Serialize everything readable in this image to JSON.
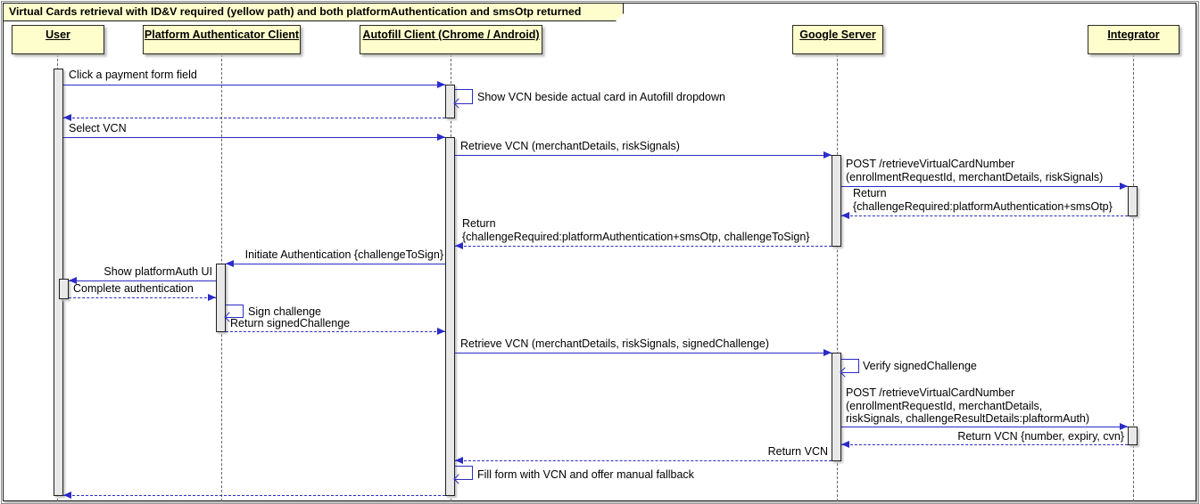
{
  "frame": {
    "title": "Virtual Cards retrieval with ID&V required (yellow path) and both platformAuthentication and smsOtp returned"
  },
  "colors": {
    "arrow": "#2b2bc8",
    "participant_fill": "#fefecd",
    "activation_fill": "#e8e8e8",
    "frame_border": "#1a1a1a",
    "lifeline": "#666666"
  },
  "participants": [
    {
      "name": "User"
    },
    {
      "name": "Platform Authenticator Client"
    },
    {
      "name": "Autofill Client (Chrome / Android)"
    },
    {
      "name": "Google Server"
    },
    {
      "name": "Integrator"
    }
  ],
  "messages": [
    {
      "text": "Click a payment form field",
      "from": "User",
      "to": "Autofill Client (Chrome / Android)",
      "style": "solid"
    },
    {
      "text": "Show VCN beside actual card in Autofill dropdown",
      "from": "Autofill Client (Chrome / Android)",
      "to": "Autofill Client (Chrome / Android)",
      "style": "self"
    },
    {
      "text": "",
      "from": "Autofill Client (Chrome / Android)",
      "to": "User",
      "style": "dashed"
    },
    {
      "text": "Select VCN",
      "from": "User",
      "to": "Autofill Client (Chrome / Android)",
      "style": "solid"
    },
    {
      "text": "Retrieve VCN (merchantDetails, riskSignals)",
      "from": "Autofill Client (Chrome / Android)",
      "to": "Google Server",
      "style": "solid"
    },
    {
      "text": "POST /retrieveVirtualCardNumber\n(enrollmentRequestId, merchantDetails, riskSignals)",
      "from": "Google Server",
      "to": "Integrator",
      "style": "solid"
    },
    {
      "text": "Return\n{challengeRequired:platformAuthentication+smsOtp}",
      "from": "Integrator",
      "to": "Google Server",
      "style": "dashed"
    },
    {
      "text": "Return\n{challengeRequired:platformAuthentication+smsOtp, challengeToSign}",
      "from": "Google Server",
      "to": "Autofill Client (Chrome / Android)",
      "style": "dashed"
    },
    {
      "text": "Initiate Authentication {challengeToSign}",
      "from": "Autofill Client (Chrome / Android)",
      "to": "Platform Authenticator Client",
      "style": "solid"
    },
    {
      "text": "Show platformAuth UI",
      "from": "Platform Authenticator Client",
      "to": "User",
      "style": "solid"
    },
    {
      "text": "Complete authentication",
      "from": "User",
      "to": "Platform Authenticator Client",
      "style": "dashed"
    },
    {
      "text": "Sign challenge",
      "from": "Platform Authenticator Client",
      "to": "Platform Authenticator Client",
      "style": "self"
    },
    {
      "text": "Return signedChallenge",
      "from": "Platform Authenticator Client",
      "to": "Autofill Client (Chrome / Android)",
      "style": "dashed"
    },
    {
      "text": "Retrieve VCN (merchantDetails, riskSignals, signedChallenge)",
      "from": "Autofill Client (Chrome / Android)",
      "to": "Google Server",
      "style": "solid"
    },
    {
      "text": "Verify signedChallenge",
      "from": "Google Server",
      "to": "Google Server",
      "style": "self"
    },
    {
      "text": "POST /retrieveVirtualCardNumber\n(enrollmentRequestId, merchantDetails,\nriskSignals, challengeResultDetails:plaftormAuth)",
      "from": "Google Server",
      "to": "Integrator",
      "style": "solid"
    },
    {
      "text": "Return VCN {number, expiry, cvn}",
      "from": "Integrator",
      "to": "Google Server",
      "style": "dashed"
    },
    {
      "text": "Return VCN",
      "from": "Google Server",
      "to": "Autofill Client (Chrome / Android)",
      "style": "dashed"
    },
    {
      "text": "Fill form with VCN and offer manual fallback",
      "from": "Autofill Client (Chrome / Android)",
      "to": "Autofill Client (Chrome / Android)",
      "style": "self"
    },
    {
      "text": "",
      "from": "Autofill Client (Chrome / Android)",
      "to": "User",
      "style": "dashed"
    }
  ]
}
